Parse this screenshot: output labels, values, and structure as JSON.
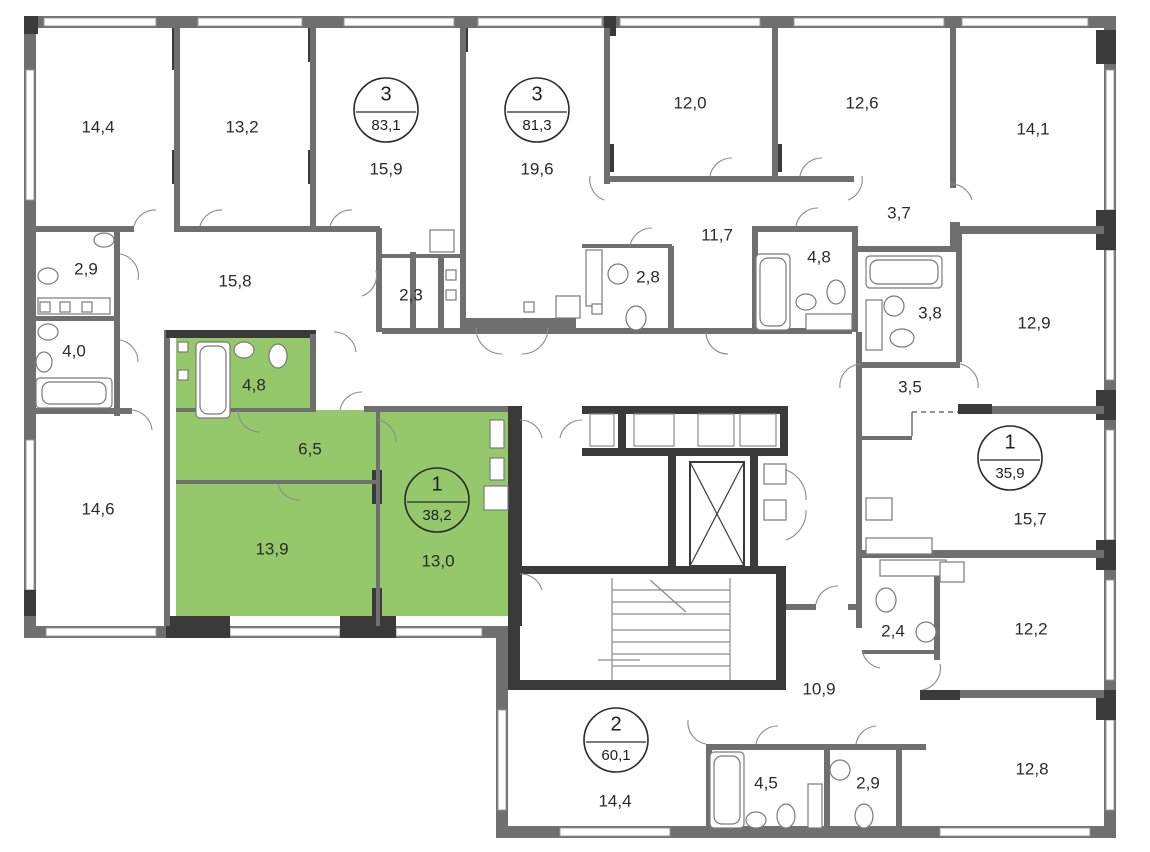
{
  "rooms": [
    {
      "id": "r1",
      "label": "14,4"
    },
    {
      "id": "r2",
      "label": "13,2"
    },
    {
      "id": "r3",
      "label": "15,9"
    },
    {
      "id": "r4",
      "label": "19,6"
    },
    {
      "id": "r5",
      "label": "12,0"
    },
    {
      "id": "r6",
      "label": "12,6"
    },
    {
      "id": "r7",
      "label": "14,1"
    },
    {
      "id": "r8",
      "label": "2,9"
    },
    {
      "id": "r9",
      "label": "15,8"
    },
    {
      "id": "r10",
      "label": "2,3"
    },
    {
      "id": "r11",
      "label": "2,8"
    },
    {
      "id": "r12",
      "label": "11,7"
    },
    {
      "id": "r13",
      "label": "4,8"
    },
    {
      "id": "r14",
      "label": "3,7"
    },
    {
      "id": "r15",
      "label": "4,0"
    },
    {
      "id": "r16",
      "label": "3,8"
    },
    {
      "id": "r17",
      "label": "12,9"
    },
    {
      "id": "r18",
      "label": "4,8"
    },
    {
      "id": "r19",
      "label": "3,5"
    },
    {
      "id": "r20",
      "label": "6,5"
    },
    {
      "id": "r21",
      "label": "14,6"
    },
    {
      "id": "r22",
      "label": "15,7"
    },
    {
      "id": "r23",
      "label": "13,9"
    },
    {
      "id": "r24",
      "label": "13,0"
    },
    {
      "id": "r25",
      "label": "2,4"
    },
    {
      "id": "r26",
      "label": "12,2"
    },
    {
      "id": "r27",
      "label": "10,9"
    },
    {
      "id": "r28",
      "label": "4,5"
    },
    {
      "id": "r29",
      "label": "2,9"
    },
    {
      "id": "r30",
      "label": "12,8"
    },
    {
      "id": "r31",
      "label": "14,4"
    }
  ],
  "apartments": [
    {
      "id": "a1",
      "rooms": "3",
      "area": "83,1"
    },
    {
      "id": "a2",
      "rooms": "3",
      "area": "81,3"
    },
    {
      "id": "a3",
      "rooms": "1",
      "area": "35,9"
    },
    {
      "id": "a4",
      "rooms": "1",
      "area": "38,2"
    },
    {
      "id": "a5",
      "rooms": "2",
      "area": "60,1"
    }
  ],
  "colors": {
    "highlight": "#95c86a",
    "wall": "#6f6f6f",
    "wall_dark": "#3a3a3a",
    "background": "#ffffff"
  }
}
